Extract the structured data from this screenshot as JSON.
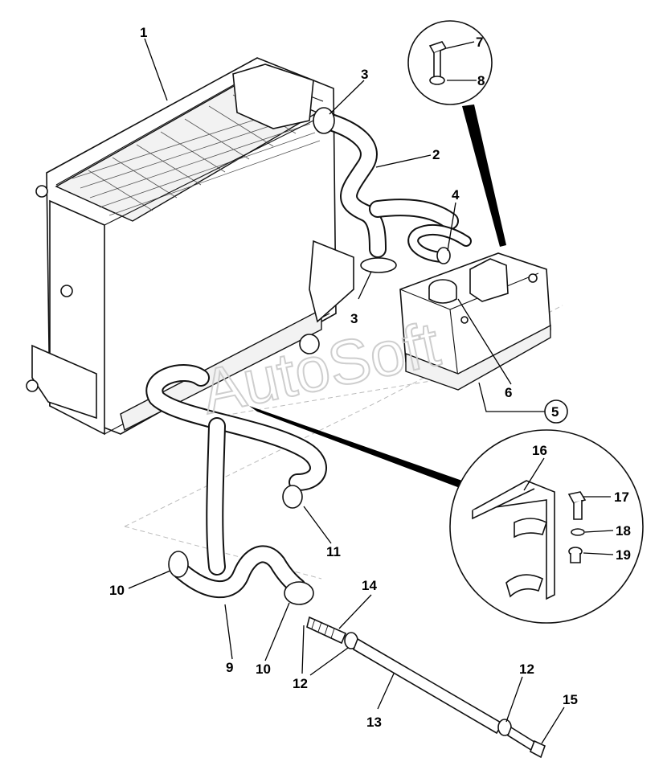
{
  "watermark": "AutoSoft",
  "callouts": [
    {
      "id": "c1",
      "text": "1"
    },
    {
      "id": "c2",
      "text": "2"
    },
    {
      "id": "c3a",
      "text": "3"
    },
    {
      "id": "c3b",
      "text": "3"
    },
    {
      "id": "c4",
      "text": "4"
    },
    {
      "id": "c5",
      "text": "5"
    },
    {
      "id": "c6",
      "text": "6"
    },
    {
      "id": "c7",
      "text": "7"
    },
    {
      "id": "c8",
      "text": "8"
    },
    {
      "id": "c9",
      "text": "9"
    },
    {
      "id": "c10a",
      "text": "10"
    },
    {
      "id": "c10b",
      "text": "10"
    },
    {
      "id": "c11",
      "text": "11"
    },
    {
      "id": "c12a",
      "text": "12"
    },
    {
      "id": "c12b",
      "text": "12"
    },
    {
      "id": "c13",
      "text": "13"
    },
    {
      "id": "c14",
      "text": "14"
    },
    {
      "id": "c15",
      "text": "15"
    },
    {
      "id": "c16",
      "text": "16"
    },
    {
      "id": "c17",
      "text": "17"
    },
    {
      "id": "c18",
      "text": "18"
    },
    {
      "id": "c19",
      "text": "19"
    }
  ]
}
